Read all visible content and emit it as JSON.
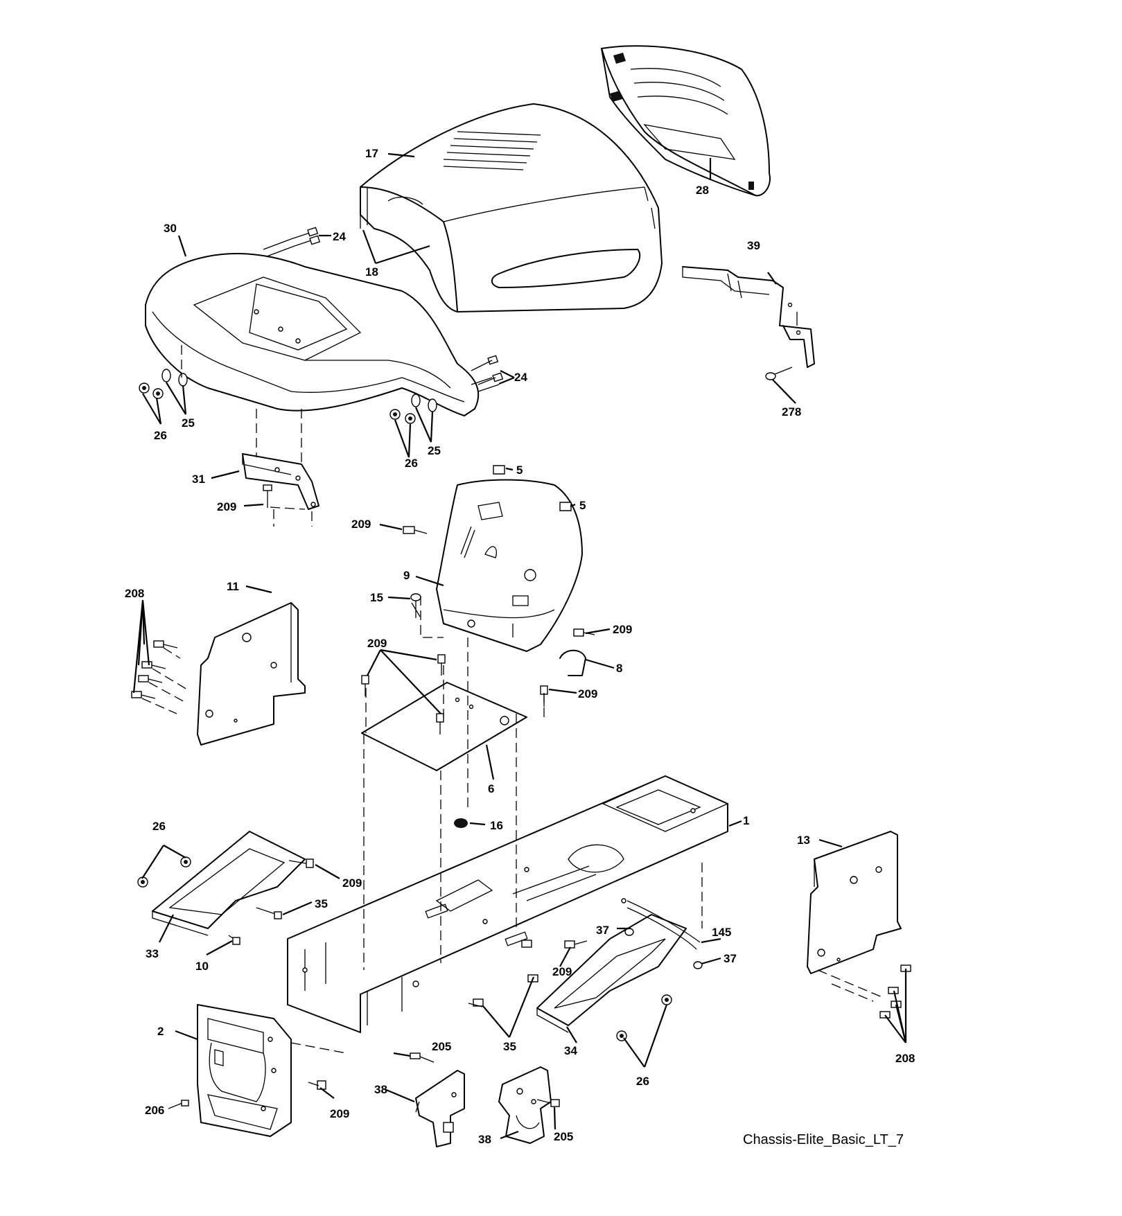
{
  "diagram": {
    "caption": "Chassis-Elite_Basic_LT_7",
    "callouts": [
      {
        "label": "17"
      },
      {
        "label": "18"
      },
      {
        "label": "28"
      },
      {
        "label": "30"
      },
      {
        "label": "24"
      },
      {
        "label": "24"
      },
      {
        "label": "25"
      },
      {
        "label": "26"
      },
      {
        "label": "25"
      },
      {
        "label": "26"
      },
      {
        "label": "39"
      },
      {
        "label": "278"
      },
      {
        "label": "31"
      },
      {
        "label": "209"
      },
      {
        "label": "5"
      },
      {
        "label": "5"
      },
      {
        "label": "209"
      },
      {
        "label": "9"
      },
      {
        "label": "15"
      },
      {
        "label": "209"
      },
      {
        "label": "208"
      },
      {
        "label": "11"
      },
      {
        "label": "209"
      },
      {
        "label": "8"
      },
      {
        "label": "209"
      },
      {
        "label": "6"
      },
      {
        "label": "16"
      },
      {
        "label": "1"
      },
      {
        "label": "26"
      },
      {
        "label": "209"
      },
      {
        "label": "35"
      },
      {
        "label": "33"
      },
      {
        "label": "10"
      },
      {
        "label": "13"
      },
      {
        "label": "37"
      },
      {
        "label": "145"
      },
      {
        "label": "37"
      },
      {
        "label": "209"
      },
      {
        "label": "35"
      },
      {
        "label": "34"
      },
      {
        "label": "26"
      },
      {
        "label": "208"
      },
      {
        "label": "2"
      },
      {
        "label": "205"
      },
      {
        "label": "38"
      },
      {
        "label": "206"
      },
      {
        "label": "209"
      },
      {
        "label": "38"
      },
      {
        "label": "205"
      }
    ]
  }
}
